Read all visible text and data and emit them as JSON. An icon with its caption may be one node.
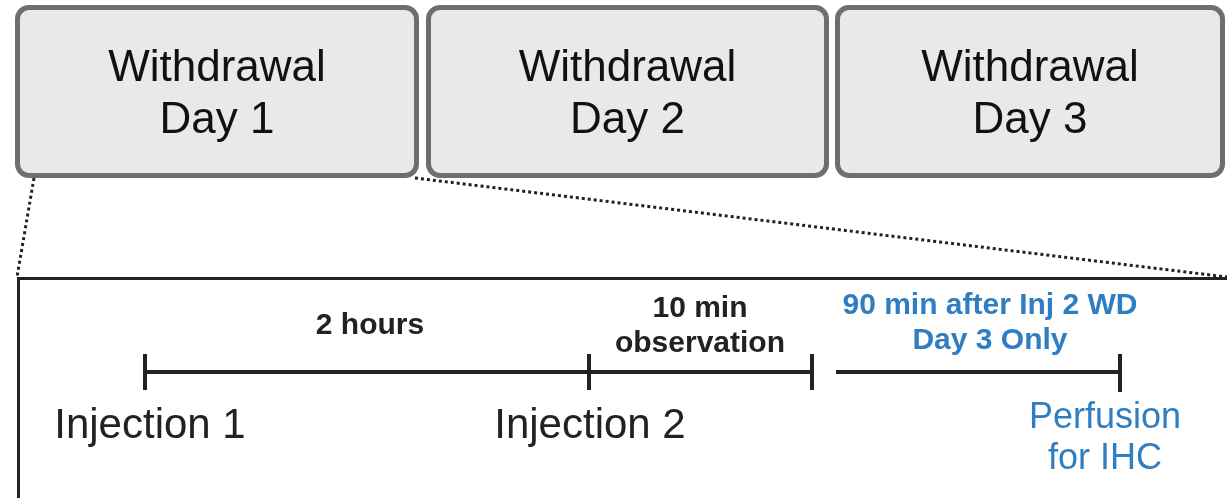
{
  "diagram": {
    "nodes": [
      {
        "text": [
          "Withdrawal Day 1"
        ]
      },
      {
        "text": [
          "Withdrawal Day 2"
        ]
      },
      {
        "text": [
          "Withdrawal Day 3"
        ]
      },
      {
        "text": [],
        "shape": "box"
      }
    ],
    "edges": [
      {
        "from": 0,
        "to": 3,
        "arrow": "none",
        "style": "dashed"
      },
      {
        "from": 0,
        "to": 3,
        "arrow": "none",
        "style": "dashed"
      }
    ],
    "labels": [
      "2 hours",
      "10 min observation",
      "90 min after Inj 2 WD Day 3 Only",
      "Injection 1",
      "Injection 2",
      "Perfusion for IHC"
    ]
  }
}
